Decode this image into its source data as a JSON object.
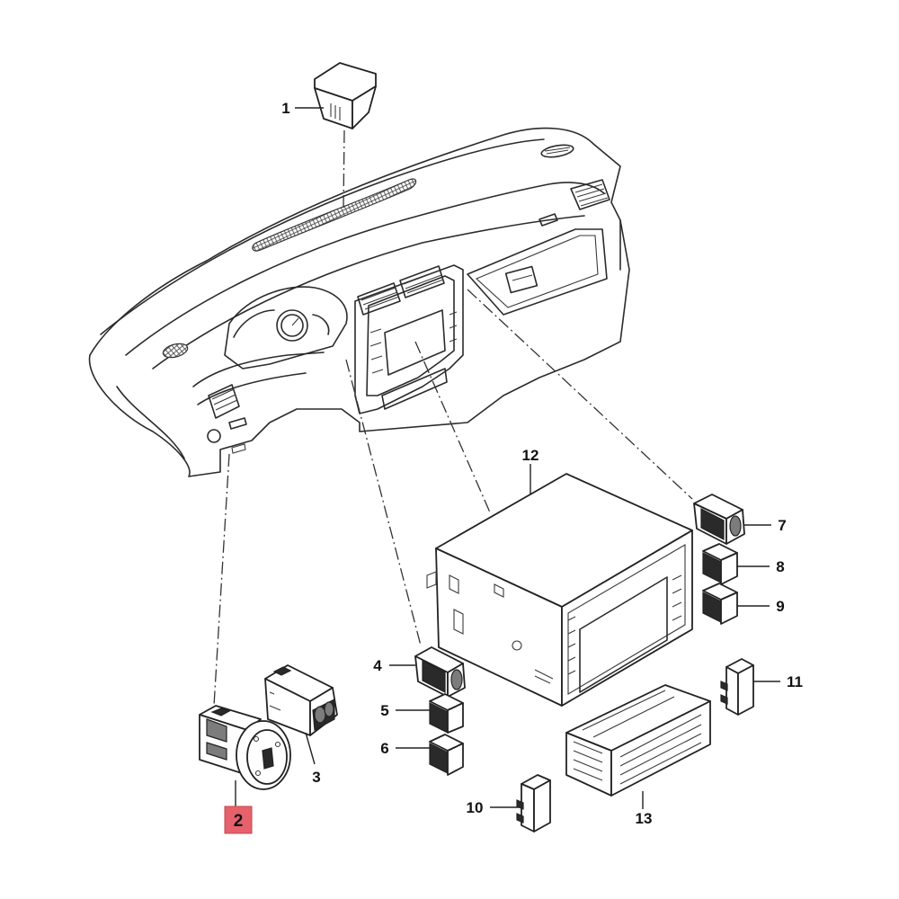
{
  "highlight_color": "#e6616b",
  "callouts": [
    {
      "id": "1",
      "label": "1"
    },
    {
      "id": "2",
      "label": "2",
      "highlighted": true
    },
    {
      "id": "3",
      "label": "3"
    },
    {
      "id": "4",
      "label": "4"
    },
    {
      "id": "5",
      "label": "5"
    },
    {
      "id": "6",
      "label": "6"
    },
    {
      "id": "7",
      "label": "7"
    },
    {
      "id": "8",
      "label": "8"
    },
    {
      "id": "9",
      "label": "9"
    },
    {
      "id": "10",
      "label": "10"
    },
    {
      "id": "11",
      "label": "11"
    },
    {
      "id": "12",
      "label": "12"
    },
    {
      "id": "13",
      "label": "13"
    }
  ]
}
